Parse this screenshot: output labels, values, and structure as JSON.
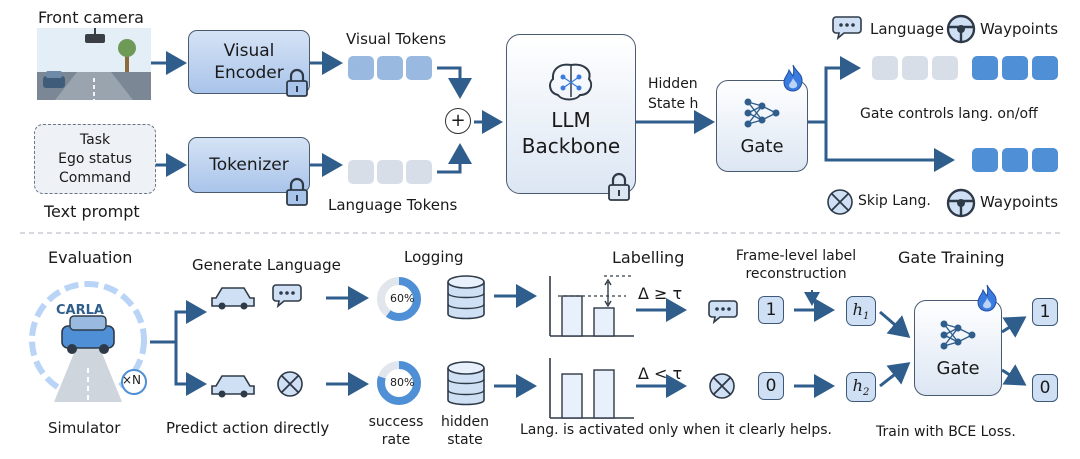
{
  "top": {
    "front_camera": "Front camera",
    "visual_encoder": "Visual Encoder",
    "visual_tokens": "Visual Tokens",
    "text_prompt_lines": [
      "Task",
      "Ego status",
      "Command"
    ],
    "text_prompt": "Text prompt",
    "tokenizer": "Tokenizer",
    "language_tokens": "Language Tokens",
    "plus": "+",
    "llm_backbone": "LLM Backbone",
    "hidden_state": "Hidden State h",
    "gate": "Gate",
    "language": "Language",
    "waypoints_1": "Waypoints",
    "gate_controls": "Gate controls lang. on/off",
    "skip_lang": "Skip Lang.",
    "waypoints_2": "Waypoints"
  },
  "bottom": {
    "evaluation": "Evaluation",
    "carla": "CARLA",
    "times_n": "×N",
    "simulator": "Simulator",
    "generate_language": "Generate Language",
    "predict_action": "Predict action directly",
    "logging": "Logging",
    "pct_top": "60%",
    "pct_bottom": "80%",
    "success_rate": "success rate",
    "hidden_state": "hidden state",
    "labelling": "Labelling",
    "delta_ge": "Δ ≥ τ",
    "delta_lt": "Δ < τ",
    "frame_level": "Frame-level label reconstruction",
    "label_one": "1",
    "label_zero": "0",
    "h1": "h1",
    "h2": "h2",
    "gate_training": "Gate Training",
    "gate": "Gate",
    "out_one": "1",
    "out_zero": "0",
    "lang_activated": "Lang. is activated only when it clearly helps.",
    "train_bce": "Train with BCE Loss."
  },
  "colors": {
    "arrow": "#2f5d8c",
    "box_border": "#4a5a70",
    "token_blue": "#4f8fd6",
    "flame": "#3b7be0"
  }
}
